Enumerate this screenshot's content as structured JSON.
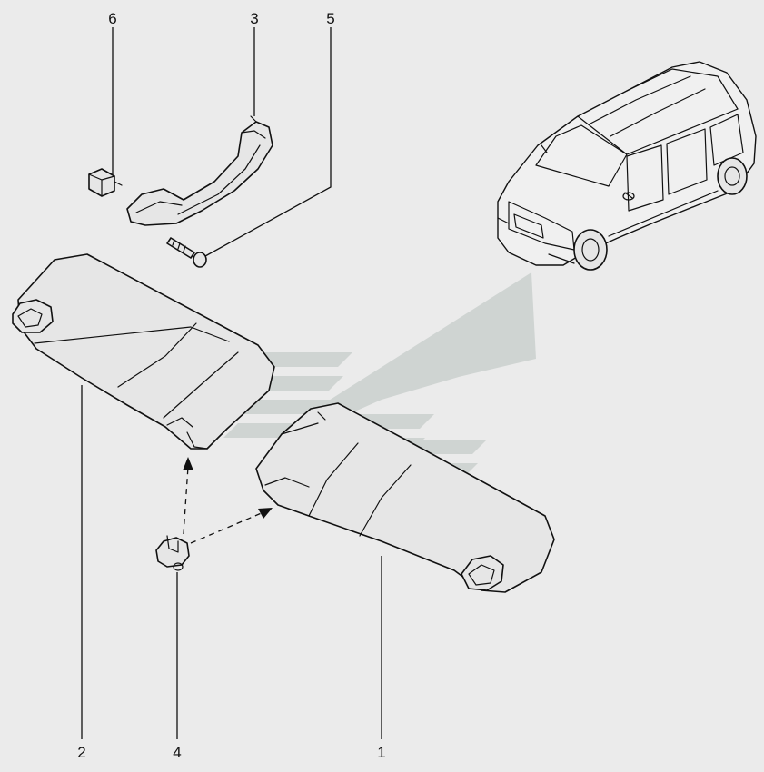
{
  "callouts": [
    {
      "id": "1",
      "label": "1",
      "part": "sun-visor-right"
    },
    {
      "id": "2",
      "label": "2",
      "part": "sun-visor-left"
    },
    {
      "id": "3",
      "label": "3",
      "part": "grab-handle"
    },
    {
      "id": "4",
      "label": "4",
      "part": "visor-clip"
    },
    {
      "id": "5",
      "label": "5",
      "part": "screw"
    },
    {
      "id": "6",
      "label": "6",
      "part": "handle-end-cap"
    }
  ],
  "colors": {
    "background": "#ebebeb",
    "line": "#111111",
    "watermark": "#cfd4d2"
  }
}
